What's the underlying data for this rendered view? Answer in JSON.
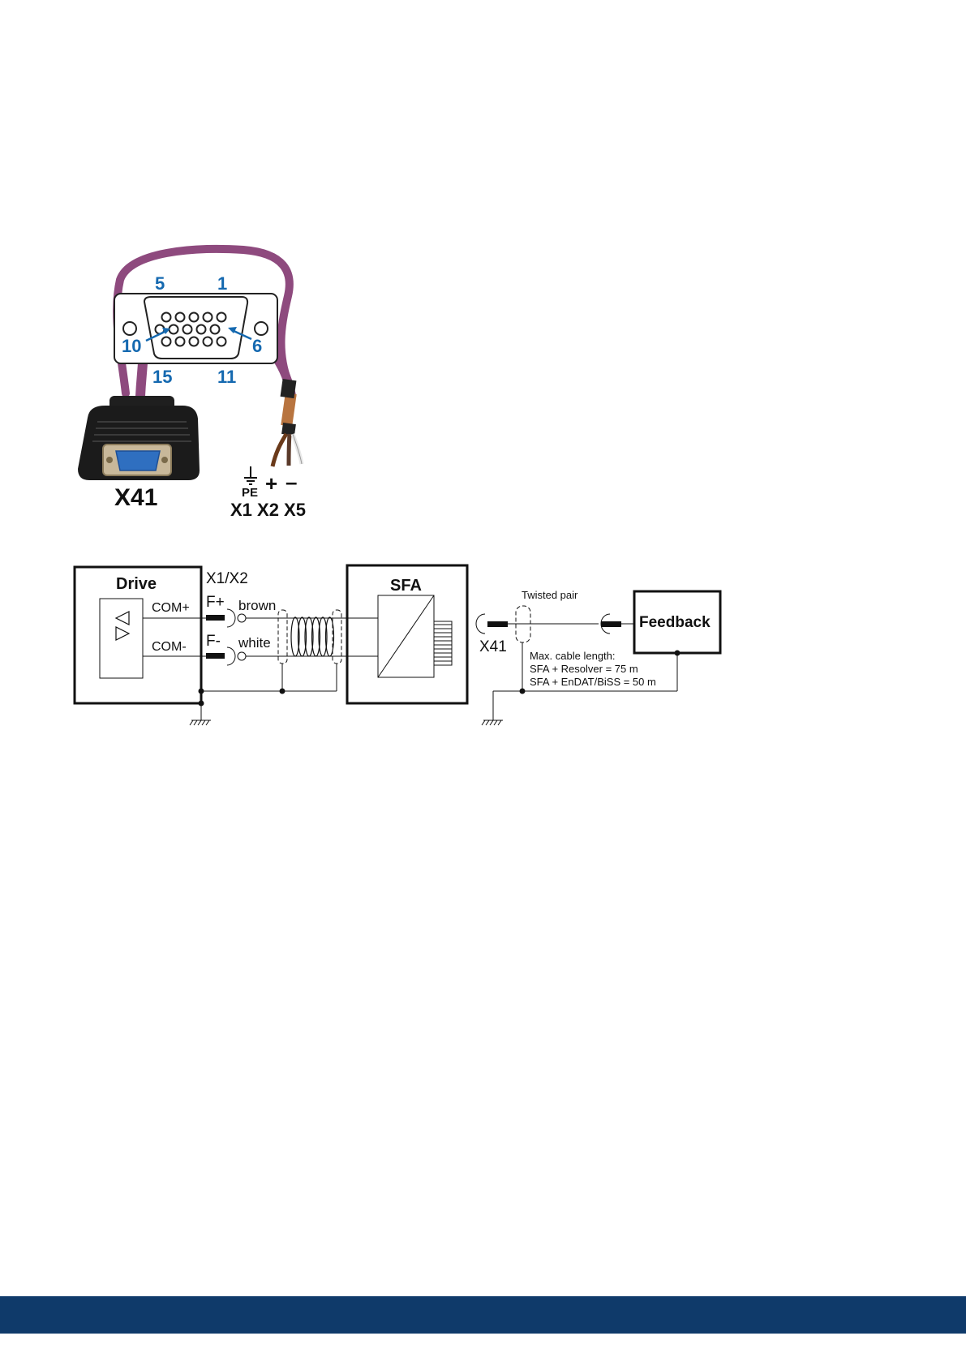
{
  "photo": {
    "pin_labels": {
      "p5": "5",
      "p1": "1",
      "p10": "10",
      "p6": "6",
      "p15": "15",
      "p11": "11"
    },
    "connector_label": "X41",
    "pe_label": "PE",
    "plus_symbol": "+",
    "minus_symbol": "–",
    "terminal_labels": "X1 X2 X5",
    "colors": {
      "cable": "#8e4a7e",
      "pin_blue": "#1569b0",
      "vga_blue": "#2f6fc0"
    }
  },
  "schematic": {
    "drive_title": "Drive",
    "com_plus": "COM+",
    "com_minus": "COM-",
    "x1x2_label": "X1/X2",
    "f_plus": "F+",
    "f_minus": "F-",
    "brown_label": "brown",
    "white_label": "white",
    "sfa_title": "SFA",
    "x41_label": "X41",
    "twisted_pair_label": "Twisted pair",
    "feedback_title": "Feedback",
    "cable_note": {
      "line1": "Max. cable length:",
      "line2": "SFA + Resolver = 75 m",
      "line3": "SFA + EnDAT/BiSS = 50 m"
    }
  },
  "footer": {
    "color": "#0f3a6a"
  }
}
